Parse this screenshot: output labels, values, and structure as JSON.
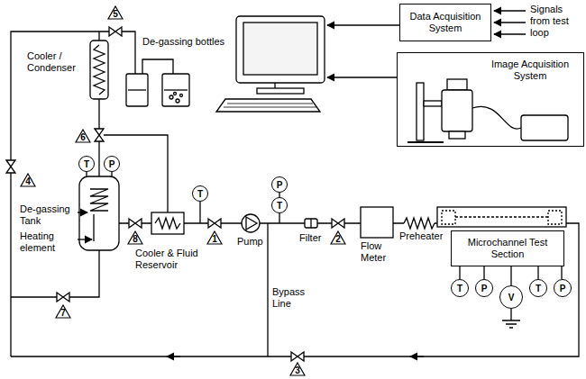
{
  "diagram": {
    "nodes": [
      {
        "text": [
          "Data Acquisition System"
        ]
      },
      {
        "text": [
          "Image Acquisition System"
        ]
      },
      {
        "text": [
          "T"
        ]
      },
      {
        "text": [
          "P"
        ]
      },
      {
        "text": [
          "5"
        ]
      },
      {
        "text": [
          "4"
        ]
      },
      {
        "text": [
          "6"
        ]
      },
      {
        "text": [
          "8"
        ]
      },
      {
        "text": [
          "T"
        ]
      },
      {
        "text": [
          "1"
        ]
      },
      {
        "text": [
          "P"
        ]
      },
      {
        "text": [
          "T"
        ]
      },
      {
        "text": [
          "2"
        ]
      },
      {
        "text": [
          "Microchannel Test Section"
        ]
      },
      {
        "text": [
          "T"
        ]
      },
      {
        "text": [
          "P"
        ]
      },
      {
        "text": [
          "V"
        ]
      },
      {
        "text": [
          "T"
        ]
      },
      {
        "text": [
          "P"
        ]
      },
      {
        "text": [
          "7"
        ]
      },
      {
        "text": [
          "3"
        ]
      }
    ],
    "edges": [
      {
        "from": 14,
        "to": 13,
        "arrow": "none"
      },
      {
        "from": 15,
        "to": 13,
        "arrow": "none"
      },
      {
        "from": 16,
        "to": 13,
        "arrow": "none"
      },
      {
        "from": 17,
        "to": 13,
        "arrow": "none"
      },
      {
        "from": 18,
        "to": 13,
        "arrow": "none"
      }
    ],
    "labels": [
      "Signals from test loop",
      "Cooler / Condenser",
      "De-gassing bottles",
      "De-gassing Tank",
      "Heating element",
      "Cooler & Fluid Reservoir",
      "Pump",
      "Filter",
      "Flow Meter",
      "Preheater",
      "Bypass Line"
    ]
  }
}
